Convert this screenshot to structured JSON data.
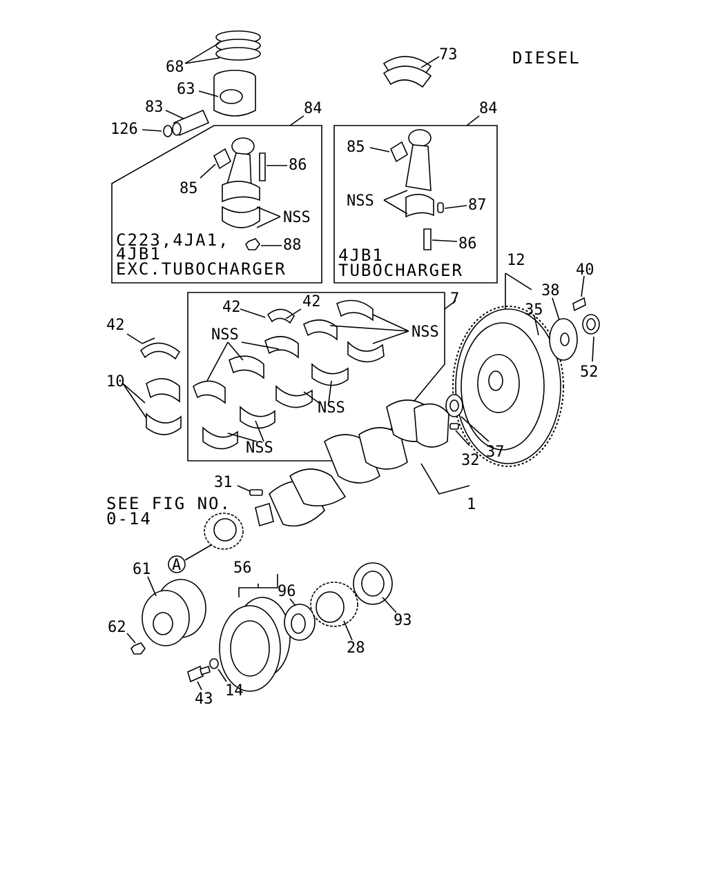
{
  "header": {
    "engine_label": "DIESEL"
  },
  "callouts": {
    "c68": "68",
    "c63": "63",
    "c83": "83",
    "c126": "126",
    "c73": "73",
    "c84a": "84",
    "c84b": "84",
    "c85a": "85",
    "c86a": "86",
    "c88": "88",
    "c85b": "85",
    "c87": "87",
    "c86b": "86",
    "c12": "12",
    "c40": "40",
    "c38": "38",
    "c35": "35",
    "c52": "52",
    "c7": "7",
    "c42a": "42",
    "c42b": "42",
    "c42c": "42",
    "c10": "10",
    "c37": "37",
    "c32": "32",
    "c1": "1",
    "c31": "31",
    "c61": "61",
    "c62": "62",
    "c56": "56",
    "c96": "96",
    "c93": "93",
    "c28": "28",
    "c43": "43",
    "c14": "14"
  },
  "nss": {
    "label": "NSS"
  },
  "boxes": {
    "left": {
      "line1": "C223,4JA1,",
      "line2": "4JB1",
      "line3": "EXC.TUBOCHARGER"
    },
    "right": {
      "line1": "4JB1",
      "line2": "TUBOCHARGER"
    }
  },
  "reference": {
    "line1": "SEE FIG NO.",
    "line2": "0-14",
    "marker": "A"
  }
}
